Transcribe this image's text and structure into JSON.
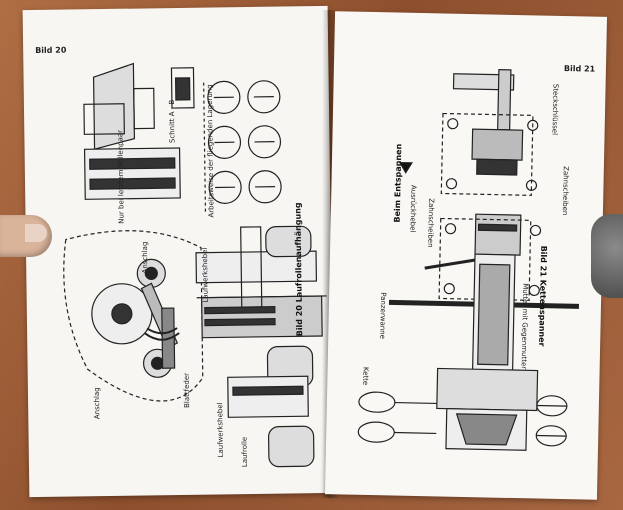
{
  "left_page": {
    "page_number": "Bild 20",
    "caption": "Bild 20 Laufrollenaufhängung",
    "labels": {
      "fuer": "Nur bei letztem Rollenpaar",
      "schnitt": "Schnitt A - B",
      "arbeitsweise": "Arbeitsweise der fliegenden Lagerung",
      "anschlag_top": "Anschlag",
      "anschlag_bottom": "Anschlag",
      "laufwerkshebel_1": "Laufwerkshebel",
      "laufwerkshebel_2": "Laufwerkshebel",
      "blattfeder": "Blattfeder",
      "laufrolle": "Laufrolle"
    }
  },
  "right_page": {
    "page_number": "Bild 21",
    "caption": "Bild 21 Kettenspanner",
    "labels": {
      "steckschluessel": "Steckschlüssel",
      "beim_entspannen": "Beim Entspannen",
      "zahnscheiben_1": "Zahnscheiben",
      "ausrueckhebel": "Ausrückhebel",
      "zahnscheiben_2": "Zahnscheiben",
      "panzerwanne": "Panzerwanne",
      "kette": "Kette",
      "mutter": "Mutter mit Gegenmutter"
    }
  }
}
